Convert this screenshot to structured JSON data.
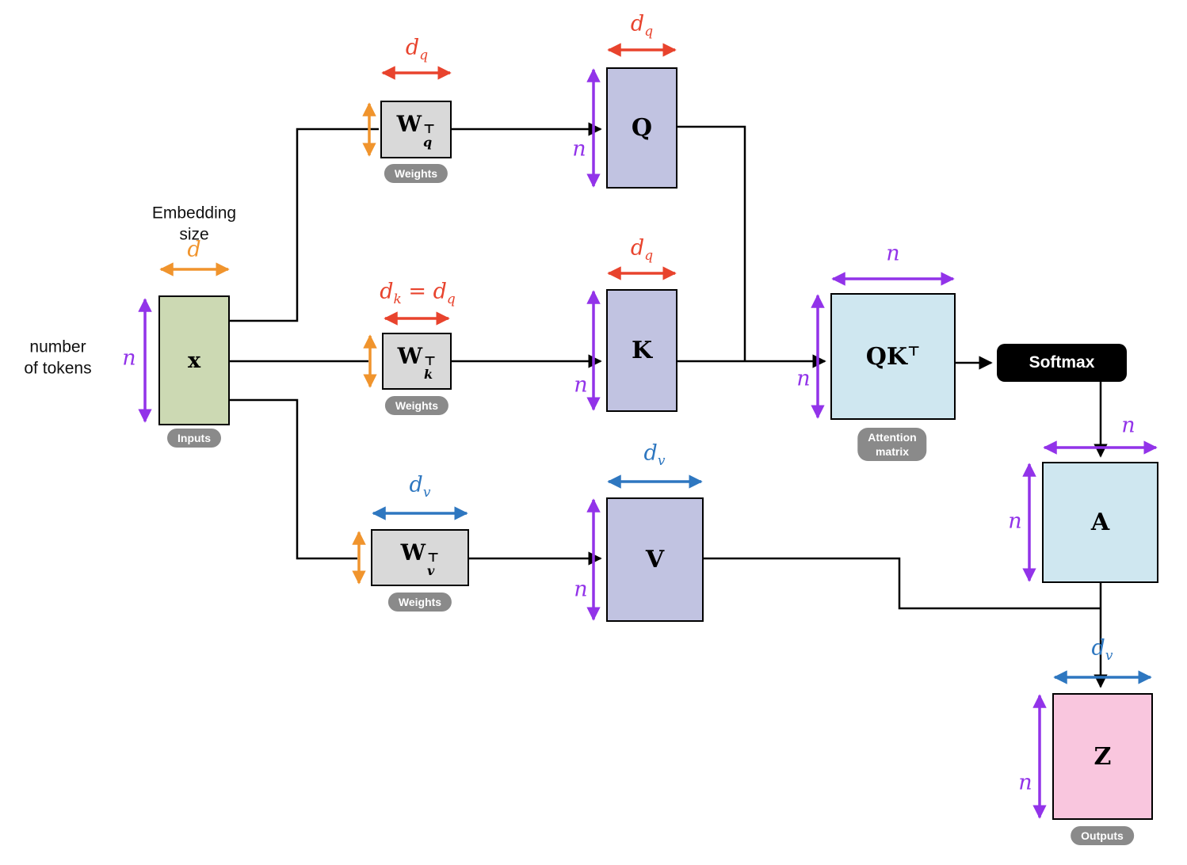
{
  "colors": {
    "purple": "#9233e9",
    "orange": "#f0942d",
    "red": "#e8432d",
    "blue": "#2e77c0",
    "line": "#000000",
    "green_box": "#ccd9b3",
    "gray_box": "#d9d9d9",
    "lavender_box": "#c1c3e1",
    "blue_box": "#cfe7f0",
    "pink_box": "#f9c6de",
    "badge_bg": "#8a8a8a",
    "softmax_bg": "#000000"
  },
  "annotations": {
    "embedding_size": {
      "line1": "Embedding",
      "line2": "size"
    },
    "number_of_tokens": {
      "line1": "number",
      "line2": "of tokens"
    },
    "n": "n",
    "d": "d"
  },
  "dims": {
    "dq": {
      "base": "d",
      "sub": "q"
    },
    "dk_eq_dq": {
      "base1": "d",
      "sub1": "k",
      "equals": "=",
      "base2": "d",
      "sub2": "q"
    },
    "dv": {
      "base": "d",
      "sub": "v"
    }
  },
  "matrices": {
    "x": {
      "label": "x",
      "badge": "Inputs"
    },
    "wq": {
      "base": "W",
      "sup": "⊤",
      "sub": "q",
      "badge": "Weights"
    },
    "wk": {
      "base": "W",
      "sup": "⊤",
      "sub": "k",
      "badge": "Weights"
    },
    "wv": {
      "base": "W",
      "sup": "⊤",
      "sub": "v",
      "badge": "Weights"
    },
    "q": {
      "label": "Q"
    },
    "k": {
      "label": "K"
    },
    "v": {
      "label": "V"
    },
    "qkt": {
      "base": "QK",
      "sup": "⊤",
      "badge": {
        "line1": "Attention",
        "line2": "matrix"
      }
    },
    "softmax": {
      "label": "Softmax"
    },
    "a": {
      "label": "A"
    },
    "z": {
      "label": "Z",
      "badge": "Outputs"
    }
  }
}
